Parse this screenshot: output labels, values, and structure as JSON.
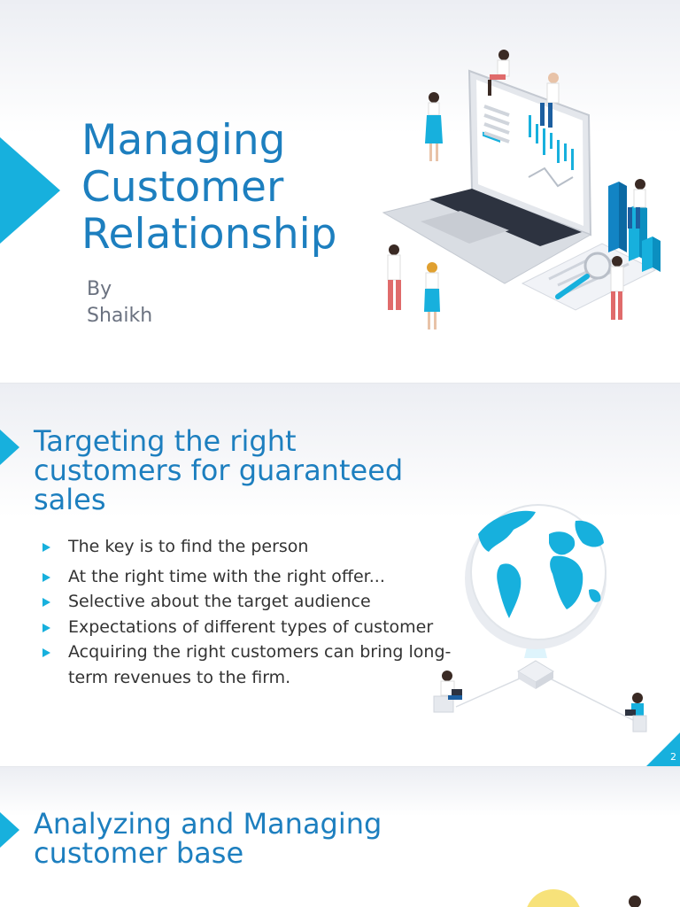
{
  "slides": [
    {
      "title_lines": [
        "Managing",
        "Customer",
        "Relationship"
      ],
      "byline_lines": [
        "By",
        "Shaikh"
      ]
    },
    {
      "title_lines": [
        "Targeting the right",
        "customers for guaranteed",
        "sales"
      ],
      "bullets": [
        "The key is to find the person",
        "At the right time with the right offer...",
        "Selective about the target audience",
        "Expectations of different types of customer",
        "Acquiring the right customers can bring long-term revenues to the firm."
      ],
      "page_number": "2"
    },
    {
      "title_lines": [
        "Analyzing and Managing",
        "customer base"
      ]
    }
  ],
  "colors": {
    "accent": "#17b0dd",
    "title": "#1d7fbf"
  },
  "icons": [
    "laptop-analytics-illustration",
    "globe-network-illustration"
  ]
}
